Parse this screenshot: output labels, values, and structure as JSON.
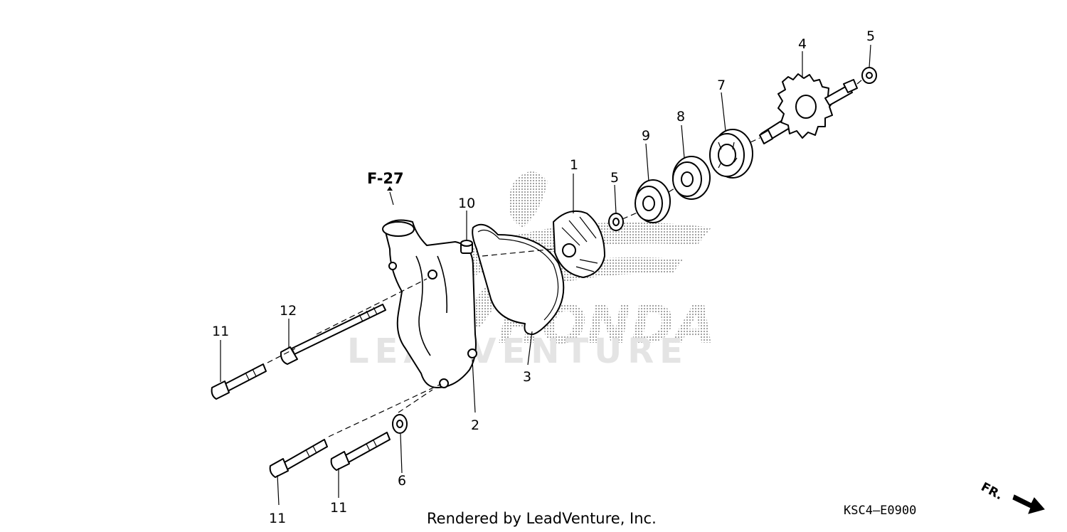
{
  "reference": "F-27",
  "watermark": {
    "brand": "HONDA",
    "dealer": "LEADVENTURE"
  },
  "callouts": {
    "c1": "1",
    "c2": "2",
    "c3": "3",
    "c4": "4",
    "c5a": "5",
    "c5b": "5",
    "c6": "6",
    "c7": "7",
    "c8": "8",
    "c9": "9",
    "c10": "10",
    "c11a": "11",
    "c11b": "11",
    "c11c": "11",
    "c12": "12"
  },
  "footer": {
    "rendered_by": "Rendered by LeadVenture, Inc.",
    "diagram_code": "KSC4—E0900"
  },
  "direction_label": "FR.",
  "colors": {
    "line": "#000000",
    "watermark": "#c8c8c8"
  }
}
